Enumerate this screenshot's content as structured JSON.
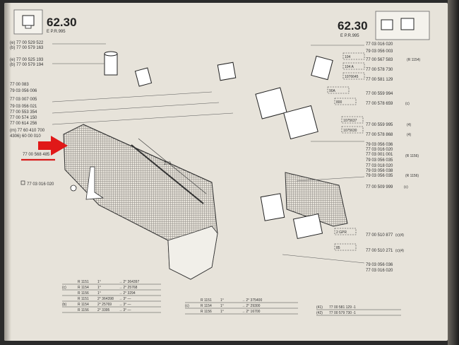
{
  "page": {
    "number": "62.30",
    "number_right": "62.30",
    "edition_left": "E     P.R.995",
    "edition_right": "E     P.R.995"
  },
  "highlight_part": "77 00 568 485",
  "dimension": "279",
  "left_refs": [
    "(e) 77 00 529 522",
    "(b) 77 00 579 163",
    "(e) 77 00 525 193",
    "(b) 77 00 579 194",
    "77 00 083",
    "79 03 056 006",
    "77 03 007 005",
    "79 03 056 021",
    "77 00 553 354",
    "77 00 574 150",
    "77 00 614 256",
    "(m) 77 60 410 700",
    "4306) 60 00 010"
  ],
  "screw_ref": "77 03 016 020",
  "right_refs": [
    "77 03 016 020",
    "79 03 056 003",
    "77 00 567 583",
    "77 00 578 730",
    "77 00 581 129",
    "77 00 559 994",
    "77 00 578 659",
    "77 00 559 995",
    "77 00 578 868",
    "79 03 056 036",
    "77 03 016 020",
    "77 03 001 001",
    "79 03 056 035",
    "77 03 018 020",
    "79 03 056 038",
    "79 03 056 035",
    "77 00 509 999",
    "77 00 510 877",
    "77 00 510 271",
    "79 03 056 036",
    "77 03 016 020"
  ],
  "right_annotations": [
    "(R 1154)",
    "(R 1156)",
    "(R 1156)",
    "(c)",
    "(c)",
    "(4)",
    "(4)",
    "(c)(4)",
    "(c)(4)"
  ],
  "box_labels": [
    "104",
    "104 A",
    "1076645",
    "90A",
    "800",
    "1075637",
    "1075630",
    "2 GPR",
    "85"
  ],
  "table_left": [
    {
      "code": "",
      "model": "R 1151",
      "from": "1°",
      "to": "→ 2° 364397"
    },
    {
      "code": "(c)",
      "model": "R 1154",
      "from": "1°",
      "to": "→ 2° 25768"
    },
    {
      "code": "",
      "model": "R 1156",
      "from": "1°",
      "to": "→ 2° 3294"
    },
    {
      "code": "",
      "model": "R 1151",
      "from": "2° 364398",
      "to": "→ 3° —"
    },
    {
      "code": "(b)",
      "model": "R 1154",
      "from": "2° 25769",
      "to": "→ 3° —"
    },
    {
      "code": "",
      "model": "R 1156",
      "from": "2° 3395",
      "to": "→ 3° —"
    }
  ],
  "table_mid": [
    {
      "code": "",
      "model": "R 1151",
      "from": "1°",
      "to": "→ 2° 375400"
    },
    {
      "code": "(c)",
      "model": "R 1154",
      "from": "1°",
      "to": "→ 2° 29300"
    },
    {
      "code": "",
      "model": "R 1156",
      "from": "1°",
      "to": "→ 2° 16700"
    }
  ],
  "table_right": [
    {
      "code": "(41)",
      "value": "77 00 581 129 -1"
    },
    {
      "code": "(42)",
      "value": "77 00 579 730 -1"
    }
  ]
}
